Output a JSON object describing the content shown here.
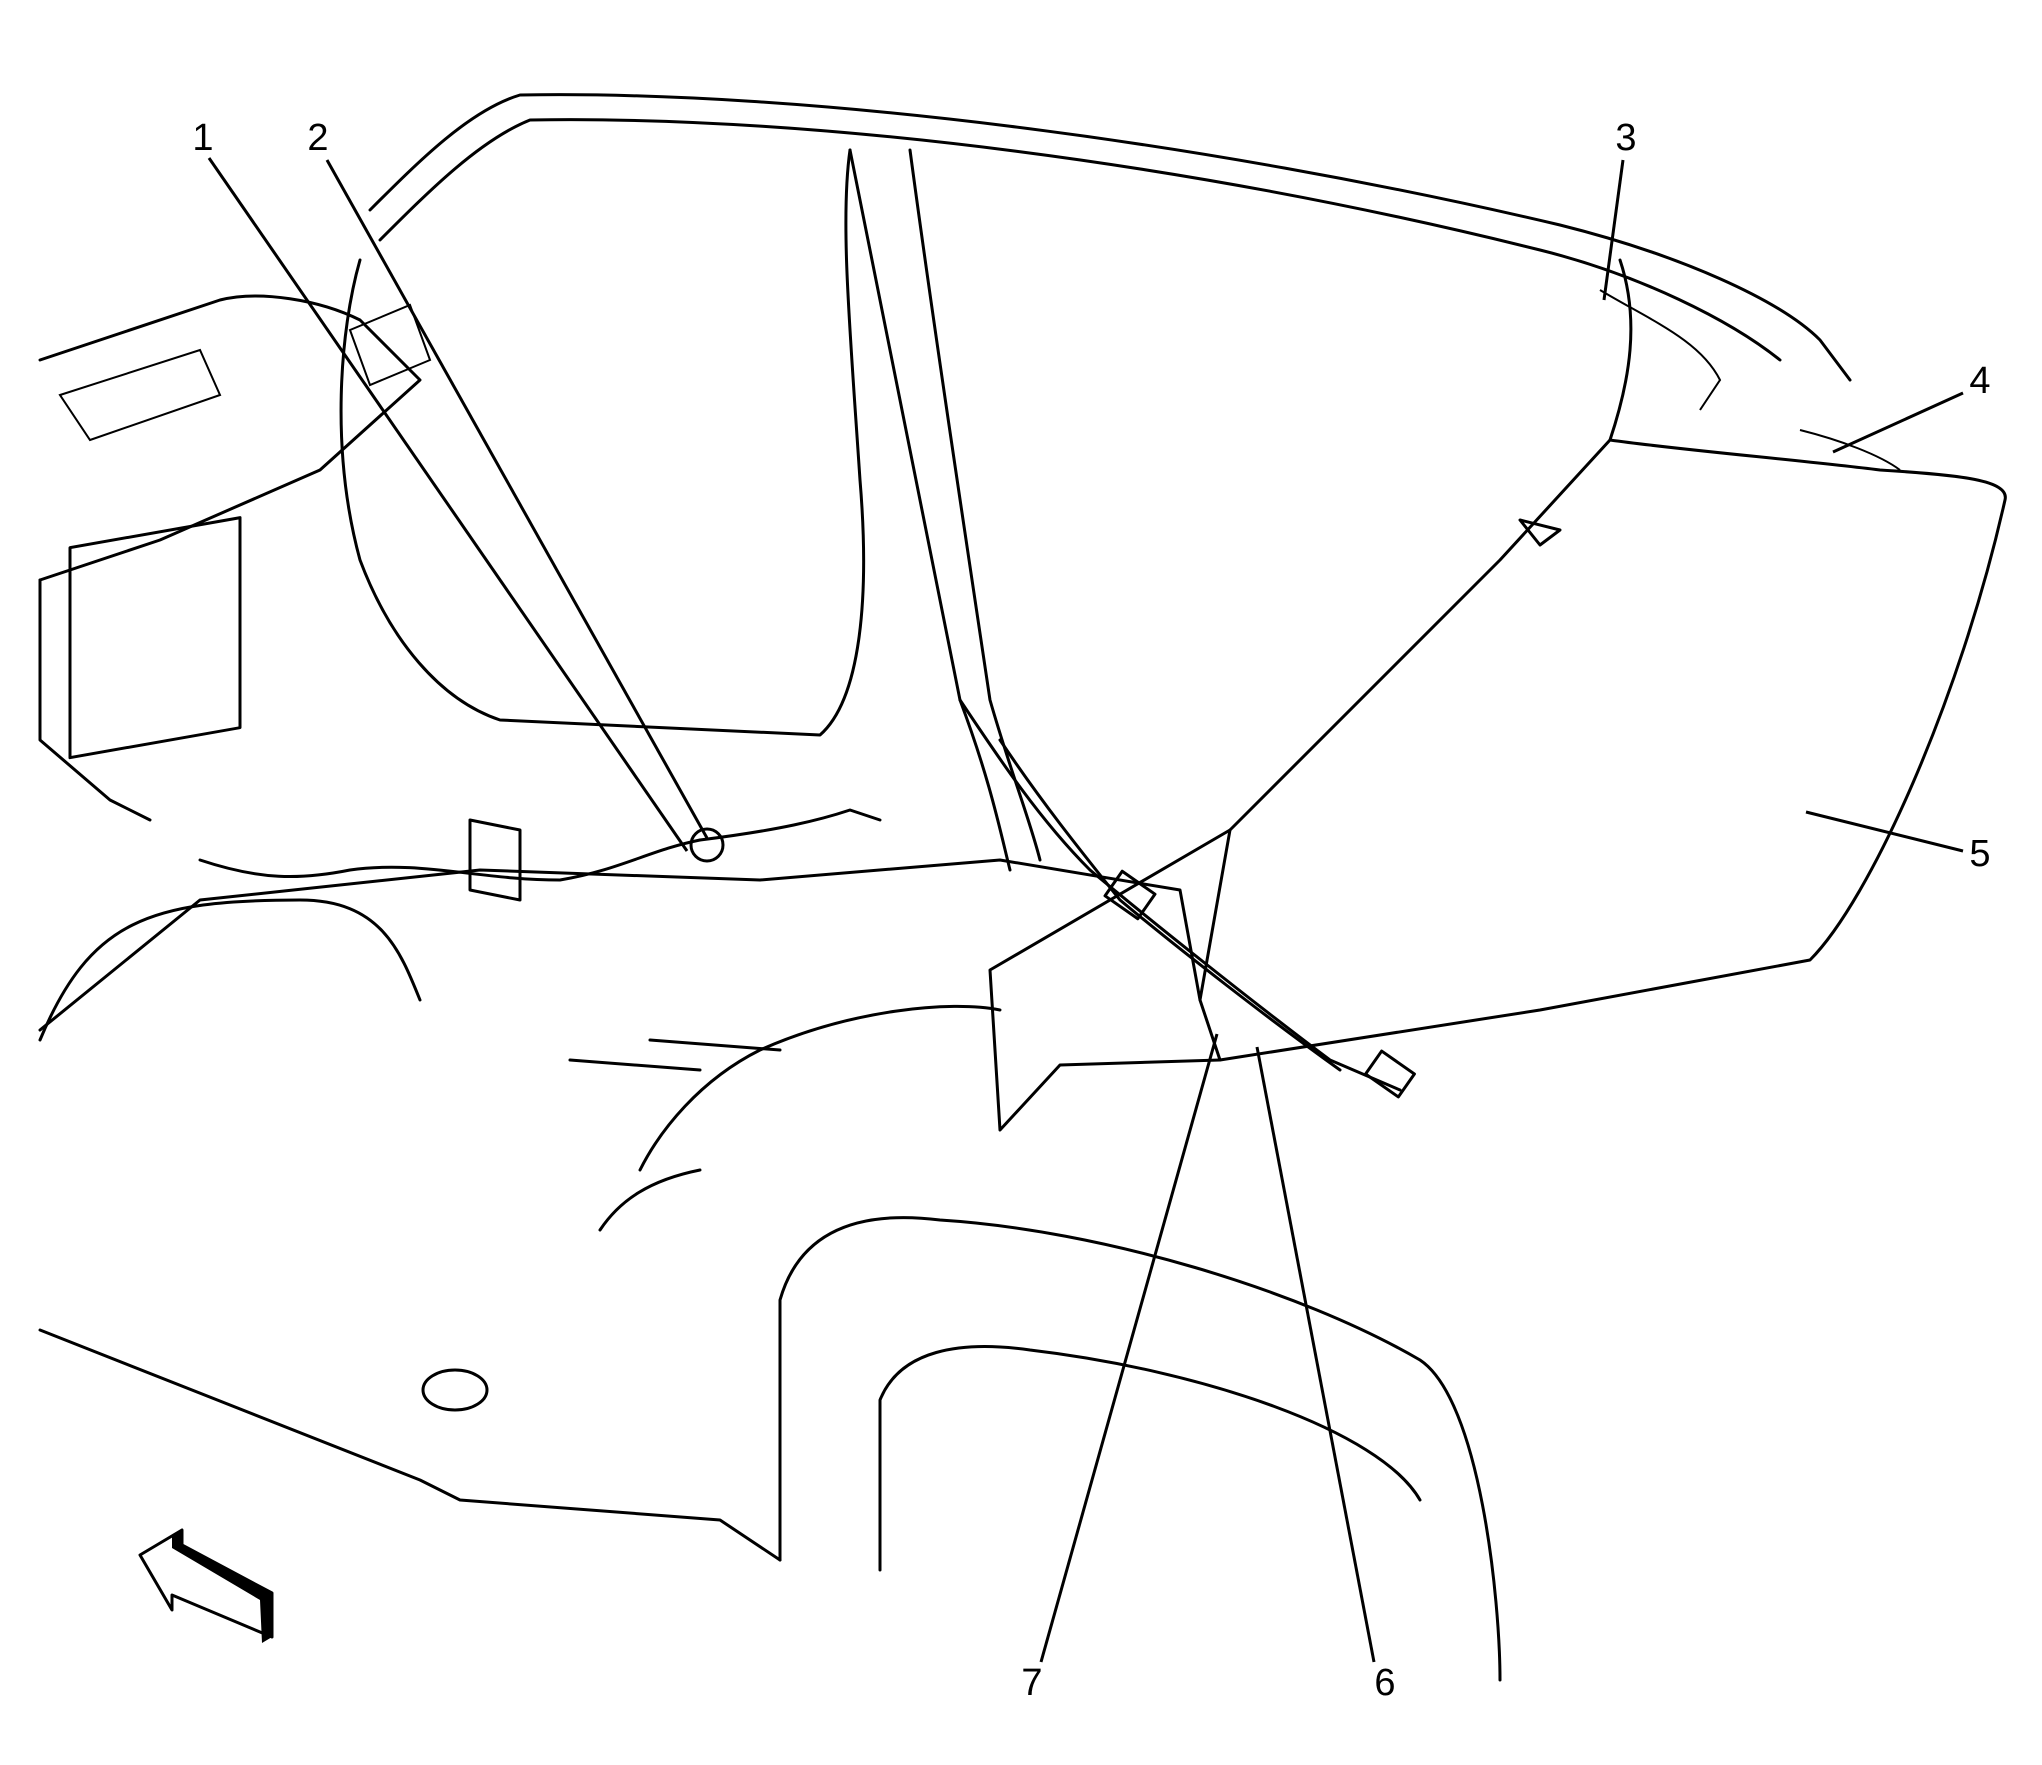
{
  "diagram": {
    "callouts": [
      {
        "label": "1"
      },
      {
        "label": "2"
      },
      {
        "label": "3"
      },
      {
        "label": "4"
      },
      {
        "label": "5"
      },
      {
        "label": "6"
      },
      {
        "label": "7"
      }
    ],
    "direction_arrow": "front-of-vehicle-arrow",
    "line_color": "#000000",
    "background": "#ffffff"
  }
}
